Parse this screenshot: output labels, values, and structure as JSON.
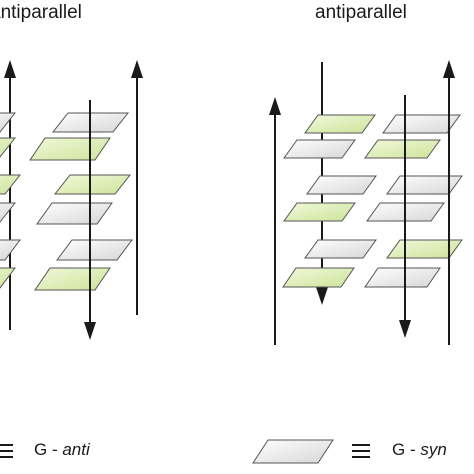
{
  "titles": {
    "left": "antiparallel",
    "right": "antiparallel"
  },
  "legend": {
    "anti_prefix": "G - ",
    "anti_term": "anti",
    "syn_prefix": "G - ",
    "syn_term": "syn"
  },
  "colors": {
    "anti_fill": "#ffffff",
    "syn_fill": "#dfedb0",
    "stroke": "#555555",
    "strand": "#1a1a1a"
  }
}
